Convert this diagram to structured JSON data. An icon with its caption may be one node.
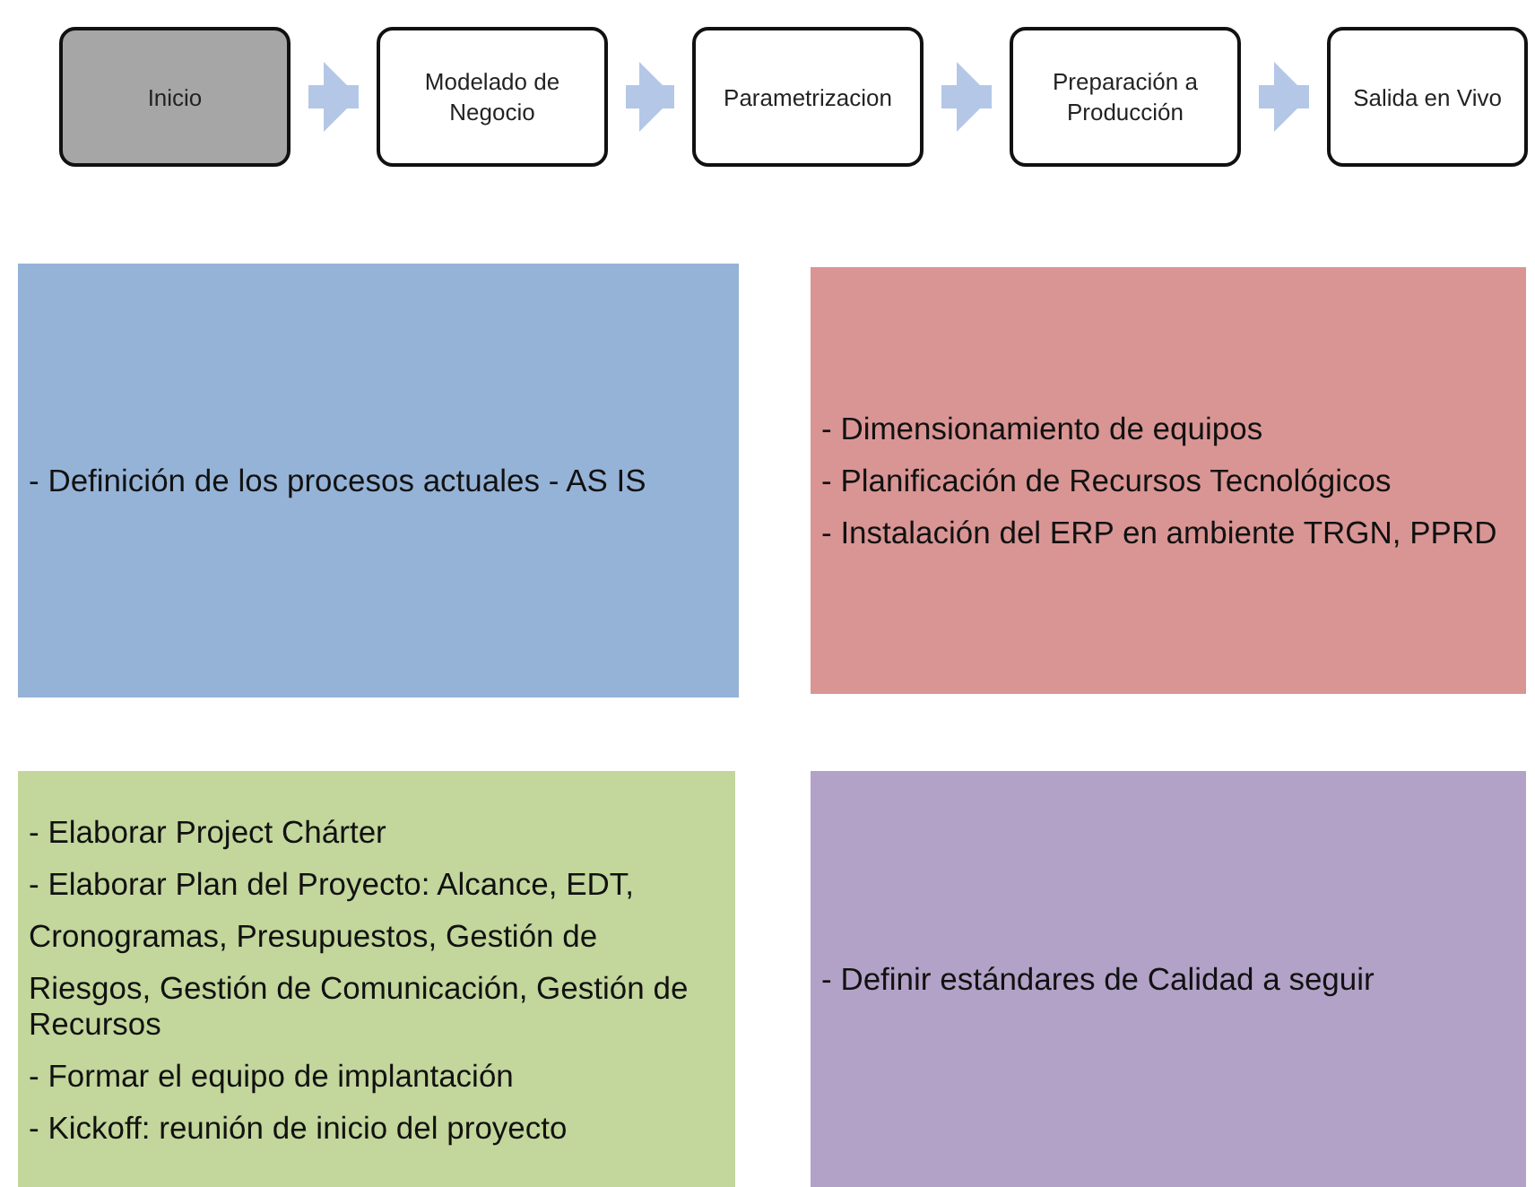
{
  "diagram": {
    "nodes": [
      {
        "text": [
          "Inicio"
        ]
      },
      {
        "text": [
          "Modelado de Negocio"
        ]
      },
      {
        "text": [
          "Parametrizacion"
        ]
      },
      {
        "text": [
          "Preparación a Producción"
        ]
      },
      {
        "text": [
          "Salida en Vivo"
        ]
      },
      {
        "text": [
          "- Definición de los procesos actuales - AS IS"
        ]
      },
      {
        "text": [
          "- Dimensionamiento de equipos",
          "- Planificación de Recursos Tecnológicos",
          "- Instalación del ERP en ambiente TRGN, PPRD"
        ]
      },
      {
        "text": [
          "- Elaborar Project Chárter",
          "- Elaborar Plan del Proyecto: Alcance, EDT,",
          "Cronogramas, Presupuestos, Gestión de",
          "Riesgos, Gestión de Comunicación, Gestión de Recursos",
          "- Formar el equipo de implantación",
          "- Kickoff: reunión de inicio del proyecto"
        ]
      },
      {
        "text": [
          "- Definir estándares de Calidad a seguir"
        ]
      }
    ],
    "edges": [
      {
        "from": 0,
        "to": 1,
        "arrow": "to"
      },
      {
        "from": 1,
        "to": 2,
        "arrow": "to"
      },
      {
        "from": 2,
        "to": 3,
        "arrow": "to"
      },
      {
        "from": 3,
        "to": 4,
        "arrow": "to"
      }
    ]
  }
}
